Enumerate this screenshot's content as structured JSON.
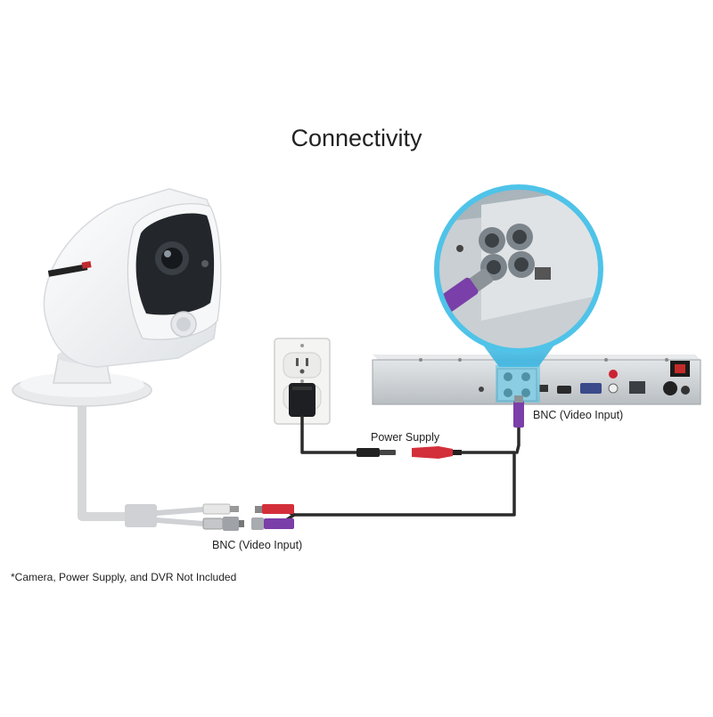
{
  "title": "Connectivity",
  "labels": {
    "bnc_dvr": "BNC (Video Input)",
    "power_supply": "Power Supply",
    "bnc_camera": "BNC (Video Input)"
  },
  "footnote": "*Camera, Power Supply, and DVR Not Included",
  "colors": {
    "background": "#ffffff",
    "cable": "#2b2b2b",
    "callout": "#4fc3e8",
    "dvr_body": "#cfd3d6",
    "dvr_face": "#1f2327",
    "connector_red": "#d32f3a",
    "connector_purple": "#7a3fa8",
    "camera_shell": "#f2f3f5",
    "mount_gray": "#d9dadc"
  },
  "icons": [
    "bullet-camera-icon",
    "wall-outlet-icon",
    "power-adapter-icon",
    "dvr-recorder-icon",
    "bnc-connector-icon",
    "dc-plug-icon"
  ]
}
